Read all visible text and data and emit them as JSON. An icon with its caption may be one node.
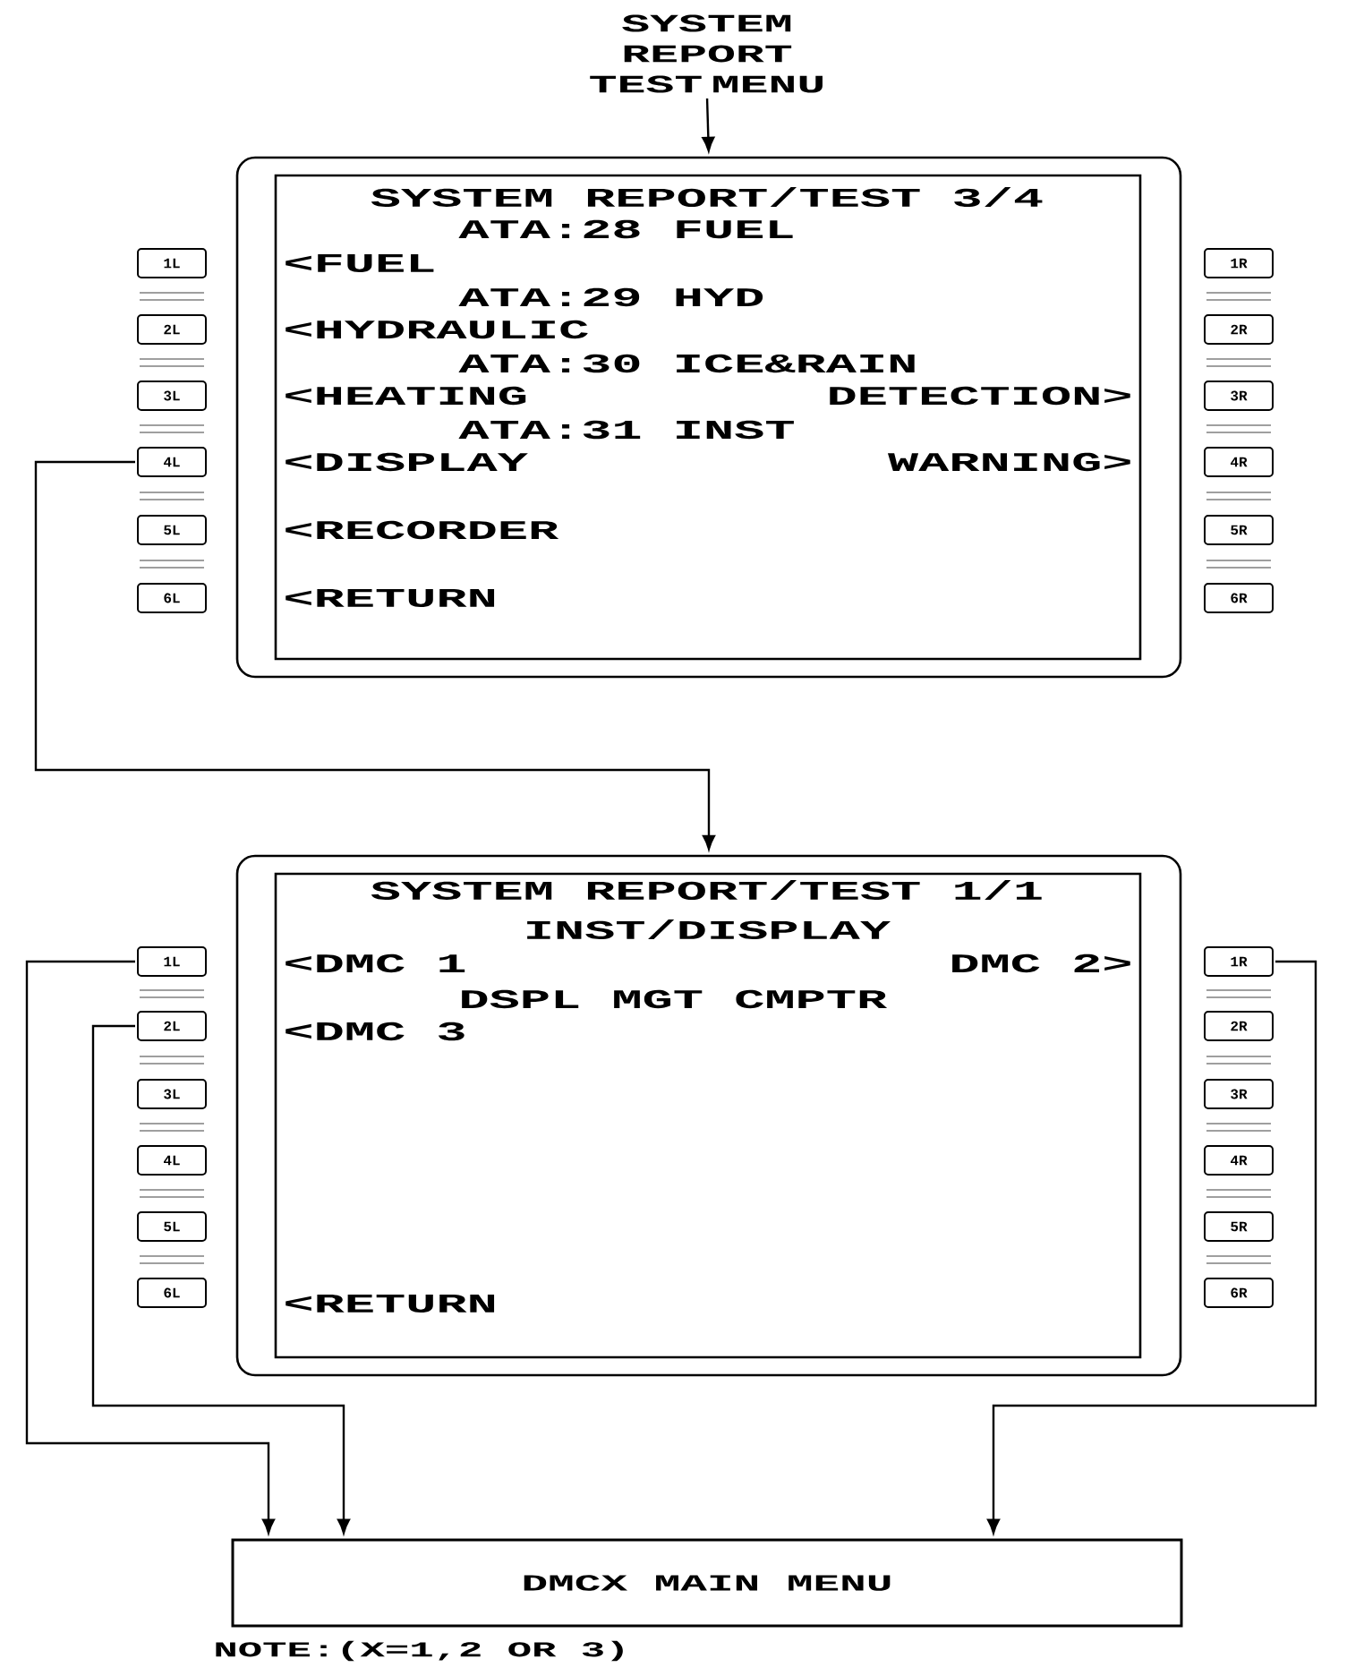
{
  "diagram": {
    "nodes": [
      {
        "text": [
          "SYSTEM REPORT TEST MENU"
        ]
      },
      {
        "text": [
          "SYSTEM REPORT/TEST 3/4",
          "ATA:28 FUEL",
          "<FUEL",
          "ATA:29 HYD",
          "<HYDRAULIC",
          "ATA:30 ICE&RAIN",
          "<HEATING",
          "DETECTION>",
          "ATA:31 INST",
          "<DISPLAY",
          "WARNING>",
          "<RECORDER",
          "<RETURN"
        ]
      },
      {
        "text": [
          "1L"
        ]
      },
      {
        "text": [
          "2L"
        ]
      },
      {
        "text": [
          "3L"
        ]
      },
      {
        "text": [
          "4L"
        ]
      },
      {
        "text": [
          "5L"
        ]
      },
      {
        "text": [
          "6L"
        ]
      },
      {
        "text": [
          "1R"
        ]
      },
      {
        "text": [
          "2R"
        ]
      },
      {
        "text": [
          "3R"
        ]
      },
      {
        "text": [
          "4R"
        ]
      },
      {
        "text": [
          "5R"
        ]
      },
      {
        "text": [
          "6R"
        ]
      },
      {
        "text": [
          "SYSTEM REPORT/TEST 1/1",
          "INST/DISPLAY",
          "<DMC 1",
          "DMC 2>",
          "DSPL MGT CMPTR",
          "<DMC 3",
          "<RETURN"
        ]
      },
      {
        "text": [
          "1L"
        ]
      },
      {
        "text": [
          "2L"
        ]
      },
      {
        "text": [
          "3L"
        ]
      },
      {
        "text": [
          "4L"
        ]
      },
      {
        "text": [
          "5L"
        ]
      },
      {
        "text": [
          "6L"
        ]
      },
      {
        "text": [
          "1R"
        ]
      },
      {
        "text": [
          "2R"
        ]
      },
      {
        "text": [
          "3R"
        ]
      },
      {
        "text": [
          "4R"
        ]
      },
      {
        "text": [
          "5R"
        ]
      },
      {
        "text": [
          "6R"
        ]
      },
      {
        "text": [
          "DMCX MAIN MENU"
        ]
      }
    ],
    "edges": [
      {
        "from": 0,
        "to": 1,
        "arrow": "to"
      },
      {
        "from": 5,
        "to": 14,
        "arrow": "to"
      },
      {
        "from": 15,
        "to": 27,
        "arrow": "to"
      },
      {
        "from": 16,
        "to": 27,
        "arrow": "to"
      },
      {
        "from": 21,
        "to": 27,
        "arrow": "to"
      }
    ],
    "labels": [
      "NOTE:(X=1,2 OR 3)"
    ]
  }
}
